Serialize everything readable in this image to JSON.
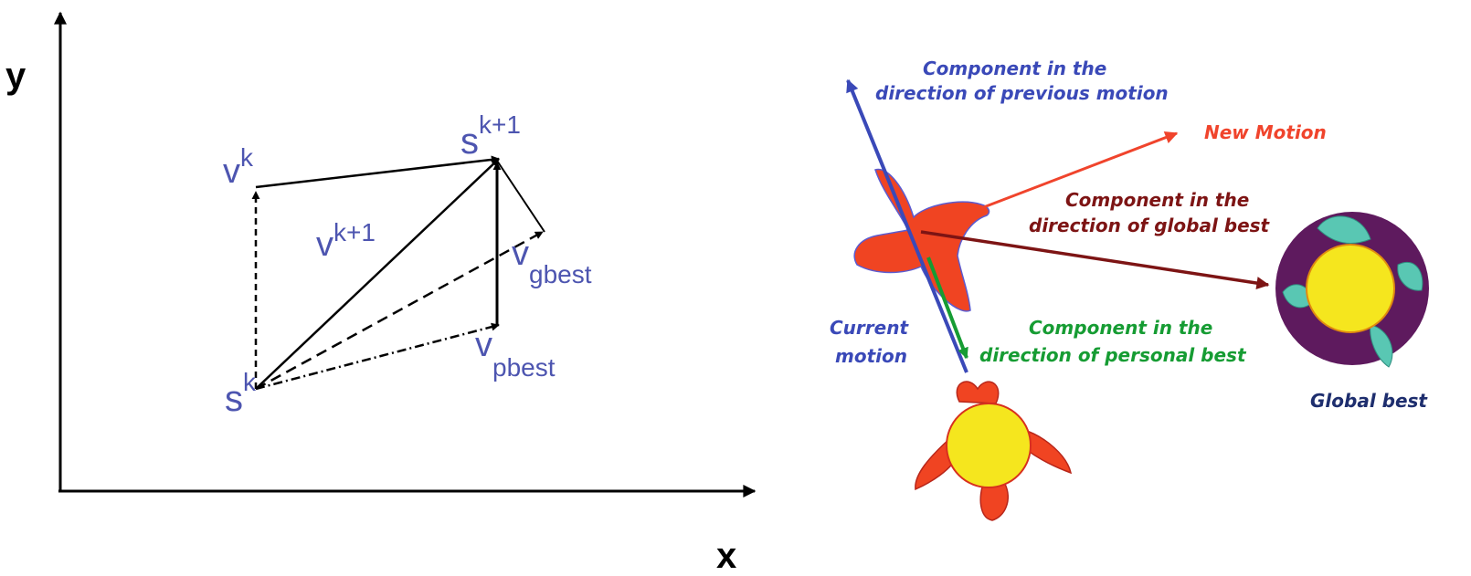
{
  "left_diagram": {
    "axis_y_label": "y",
    "axis_x_label": "x",
    "labels": {
      "vk_base": "v",
      "vk_sup": "k",
      "sk1_base": "s",
      "sk1_sup": "k+1",
      "vk1_base": "v",
      "vk1_sup": "k+1",
      "vg_base": "v",
      "vg_sub": "gbest",
      "vp_base": "v",
      "vp_sub": "pbest",
      "sk_base": "s",
      "sk_sup": "k"
    }
  },
  "right_diagram": {
    "previous_motion": [
      "Component in the",
      "direction of previous motion"
    ],
    "new_motion": "New Motion",
    "global_component": [
      "Component in the",
      "direction of global best"
    ],
    "current_motion": [
      "Current",
      "motion"
    ],
    "personal_component": [
      "Component in the",
      "direction of personal best"
    ],
    "global_best": "Global best"
  },
  "colors": {
    "label_blue": "#4d55b0",
    "previous_motion": "#3a49b8",
    "new_motion": "#f0442c",
    "global_component": "#7d1414",
    "personal_component": "#169c33",
    "global_best_label": "#1e2e6e",
    "bird_red": "#f04422",
    "sun_yellow": "#f5e61e",
    "purple_ring": "#5e1a5e",
    "leaf_teal": "#59c7b3"
  }
}
